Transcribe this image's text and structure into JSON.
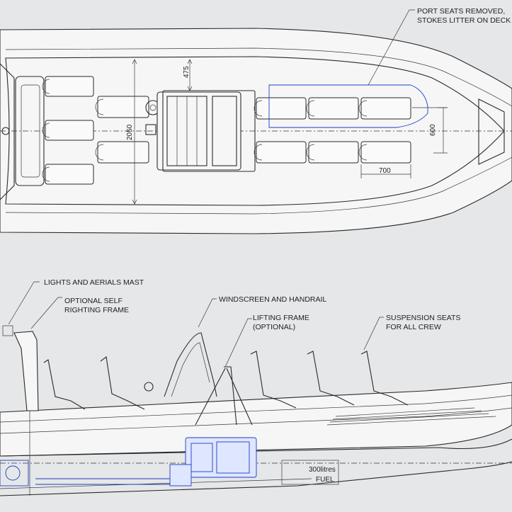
{
  "plan_view": {
    "callout_port_seats_line1": "PORT SEATS REMOVED,",
    "callout_port_seats_line2": "STOKES LITTER ON DECK",
    "dim_475": "475",
    "dim_2050": "2050",
    "dim_600": "600",
    "dim_700": "700"
  },
  "profile_view": {
    "callout_mast": "LIGHTS AND AERIALS MAST",
    "callout_self_righting_line1": "OPTIONAL SELF",
    "callout_self_righting_line2": "RIGHTING FRAME",
    "callout_windscreen": "WINDSCREEN AND HANDRAIL",
    "callout_lifting_line1": "LIFTING FRAME",
    "callout_lifting_line2": "(OPTIONAL)",
    "callout_suspension_line1": "SUSPENSION SEATS",
    "callout_suspension_line2": "FOR ALL CREW",
    "fuel_line1": "300litres",
    "fuel_line2": "FUEL"
  },
  "colors": {
    "background": "#e6e7e8",
    "line": "#2a2a2a",
    "engine_blue": "#1a3fc4"
  }
}
